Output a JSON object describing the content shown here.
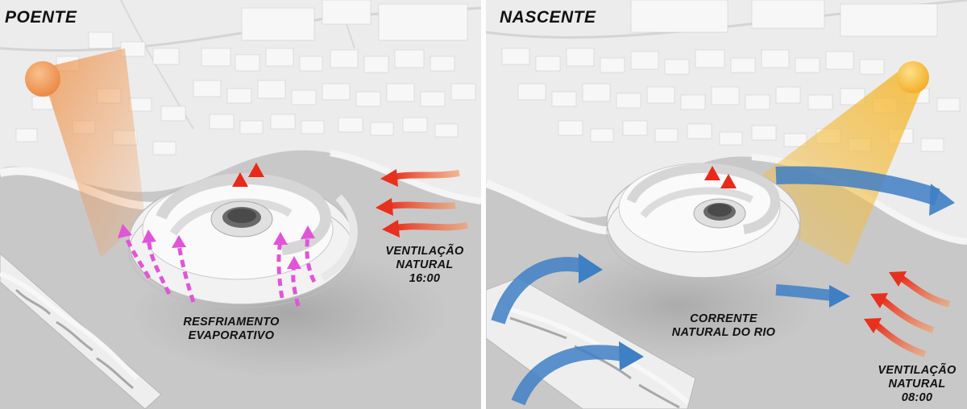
{
  "left_panel": {
    "title": "POENTE",
    "evaporative_label_line1": "RESFRIAMENTO",
    "evaporative_label_line2": "EVAPORATIVO",
    "ventilation_line1": "VENTILAÇÃO",
    "ventilation_line2": "NATURAL",
    "ventilation_time": "16:00"
  },
  "right_panel": {
    "title": "NASCENTE",
    "river_line1": "CORRENTE",
    "river_line2": "NATURAL DO RIO",
    "ventilation_line1": "VENTILAÇÃO",
    "ventilation_line2": "NATURAL",
    "ventilation_time": "08:00"
  },
  "colors": {
    "sunset_sun": "#f29a55",
    "sunrise_sun": "#f7bd3c",
    "ventilation_arrow": "#e8301e",
    "evaporative_arrow": "#e055d8",
    "river_current": "#3f7fc4",
    "water": "#c9c9c9",
    "land": "#ededed"
  },
  "icons": {
    "sun": "sun-icon",
    "wind": "wind-arrow-icon",
    "evaporation": "evaporation-arrow-icon",
    "current": "river-current-arrow-icon"
  }
}
